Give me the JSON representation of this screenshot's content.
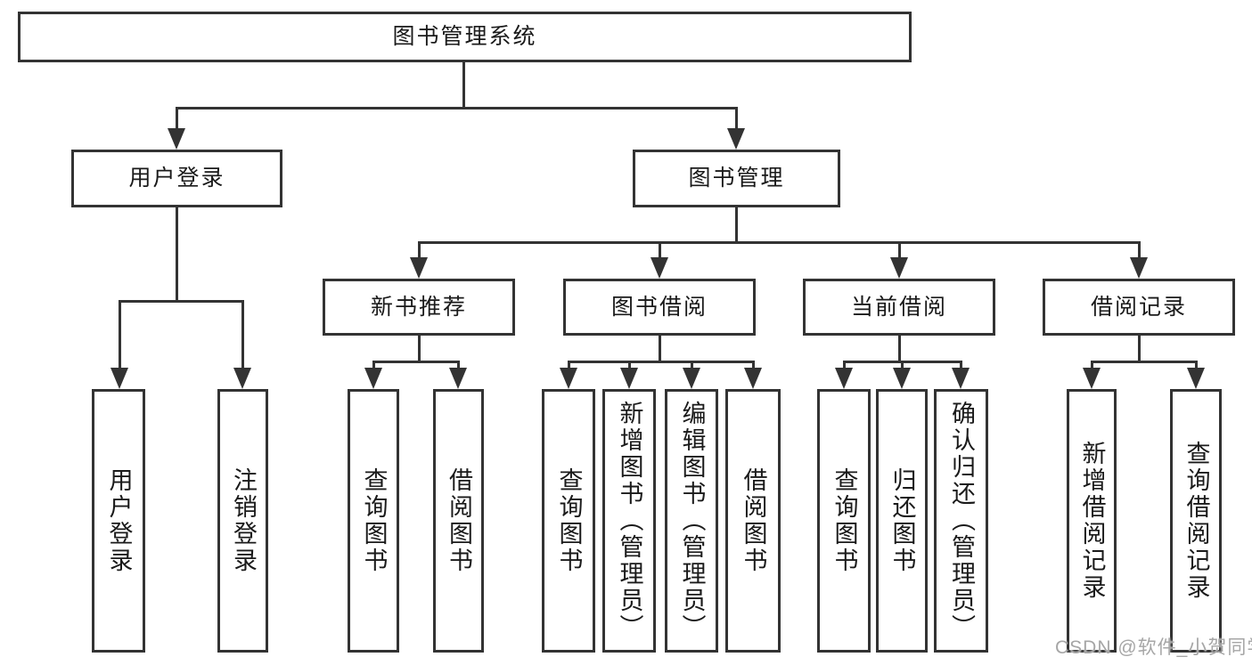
{
  "diagram": {
    "title": "图书管理系统",
    "root": {
      "label": "图书管理系统"
    },
    "level2": [
      {
        "label": "用户登录"
      },
      {
        "label": "图书管理"
      }
    ],
    "level3": [
      {
        "label": "新书推荐"
      },
      {
        "label": "图书借阅"
      },
      {
        "label": "当前借阅"
      },
      {
        "label": "借阅记录"
      }
    ],
    "level4": {
      "user_login": [
        {
          "label": "用户登录"
        },
        {
          "label": "注销登录"
        }
      ],
      "new_book_recommend": [
        {
          "label": "查询图书"
        },
        {
          "label": "借阅图书"
        }
      ],
      "book_borrow": [
        {
          "label": "查询图书"
        },
        {
          "label": "新增图书（管理员）"
        },
        {
          "label": "编辑图书（管理员）"
        },
        {
          "label": "借阅图书"
        }
      ],
      "current_borrow": [
        {
          "label": "查询图书"
        },
        {
          "label": "归还图书"
        },
        {
          "label": "确认归还（管理员）"
        }
      ],
      "borrow_record": [
        {
          "label": "新增借阅记录"
        },
        {
          "label": "查询借阅记录"
        }
      ]
    }
  },
  "watermark": {
    "text": "CSDN @软件_小贺同学"
  },
  "colors": {
    "line": "#333333",
    "text": "#1a1a1a",
    "watermark": "#a6a6a6",
    "background": "#ffffff"
  }
}
